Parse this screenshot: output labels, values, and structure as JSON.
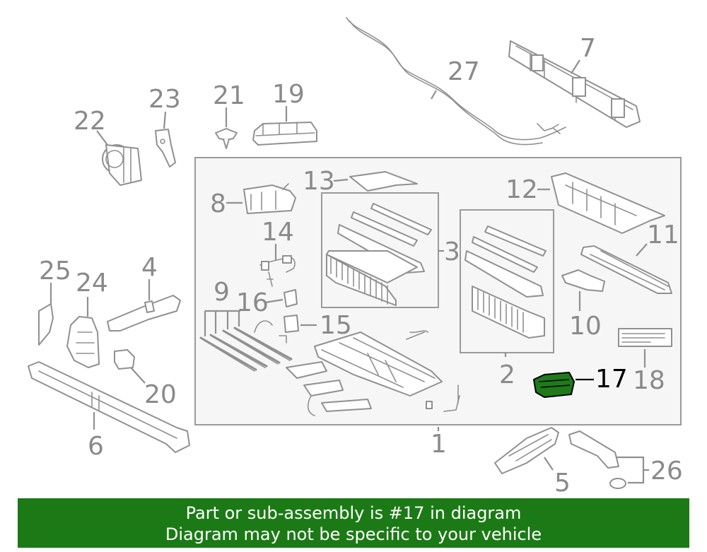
{
  "diagram": {
    "callouts": {
      "c1": "1",
      "c2": "2",
      "c3": "3",
      "c4": "4",
      "c5": "5",
      "c6": "6",
      "c7": "7",
      "c8": "8",
      "c9": "9",
      "c10": "10",
      "c11": "11",
      "c12": "12",
      "c13": "13",
      "c14": "14",
      "c15": "15",
      "c16": "16",
      "c17": "17",
      "c18": "18",
      "c19": "19",
      "c20": "20",
      "c21": "21",
      "c22": "22",
      "c23": "23",
      "c24": "24",
      "c25": "25",
      "c26": "26",
      "c27": "27"
    },
    "highlight_part": "17",
    "colors": {
      "highlight_fill": "#1f7a1a",
      "banner_bg": "#1c7a16",
      "line": "#909090",
      "box_bg": "#f6f6f6"
    }
  },
  "banner": {
    "line1": "Part or sub-assembly is #17 in diagram",
    "line2": "Diagram may not be specific to your vehicle"
  }
}
